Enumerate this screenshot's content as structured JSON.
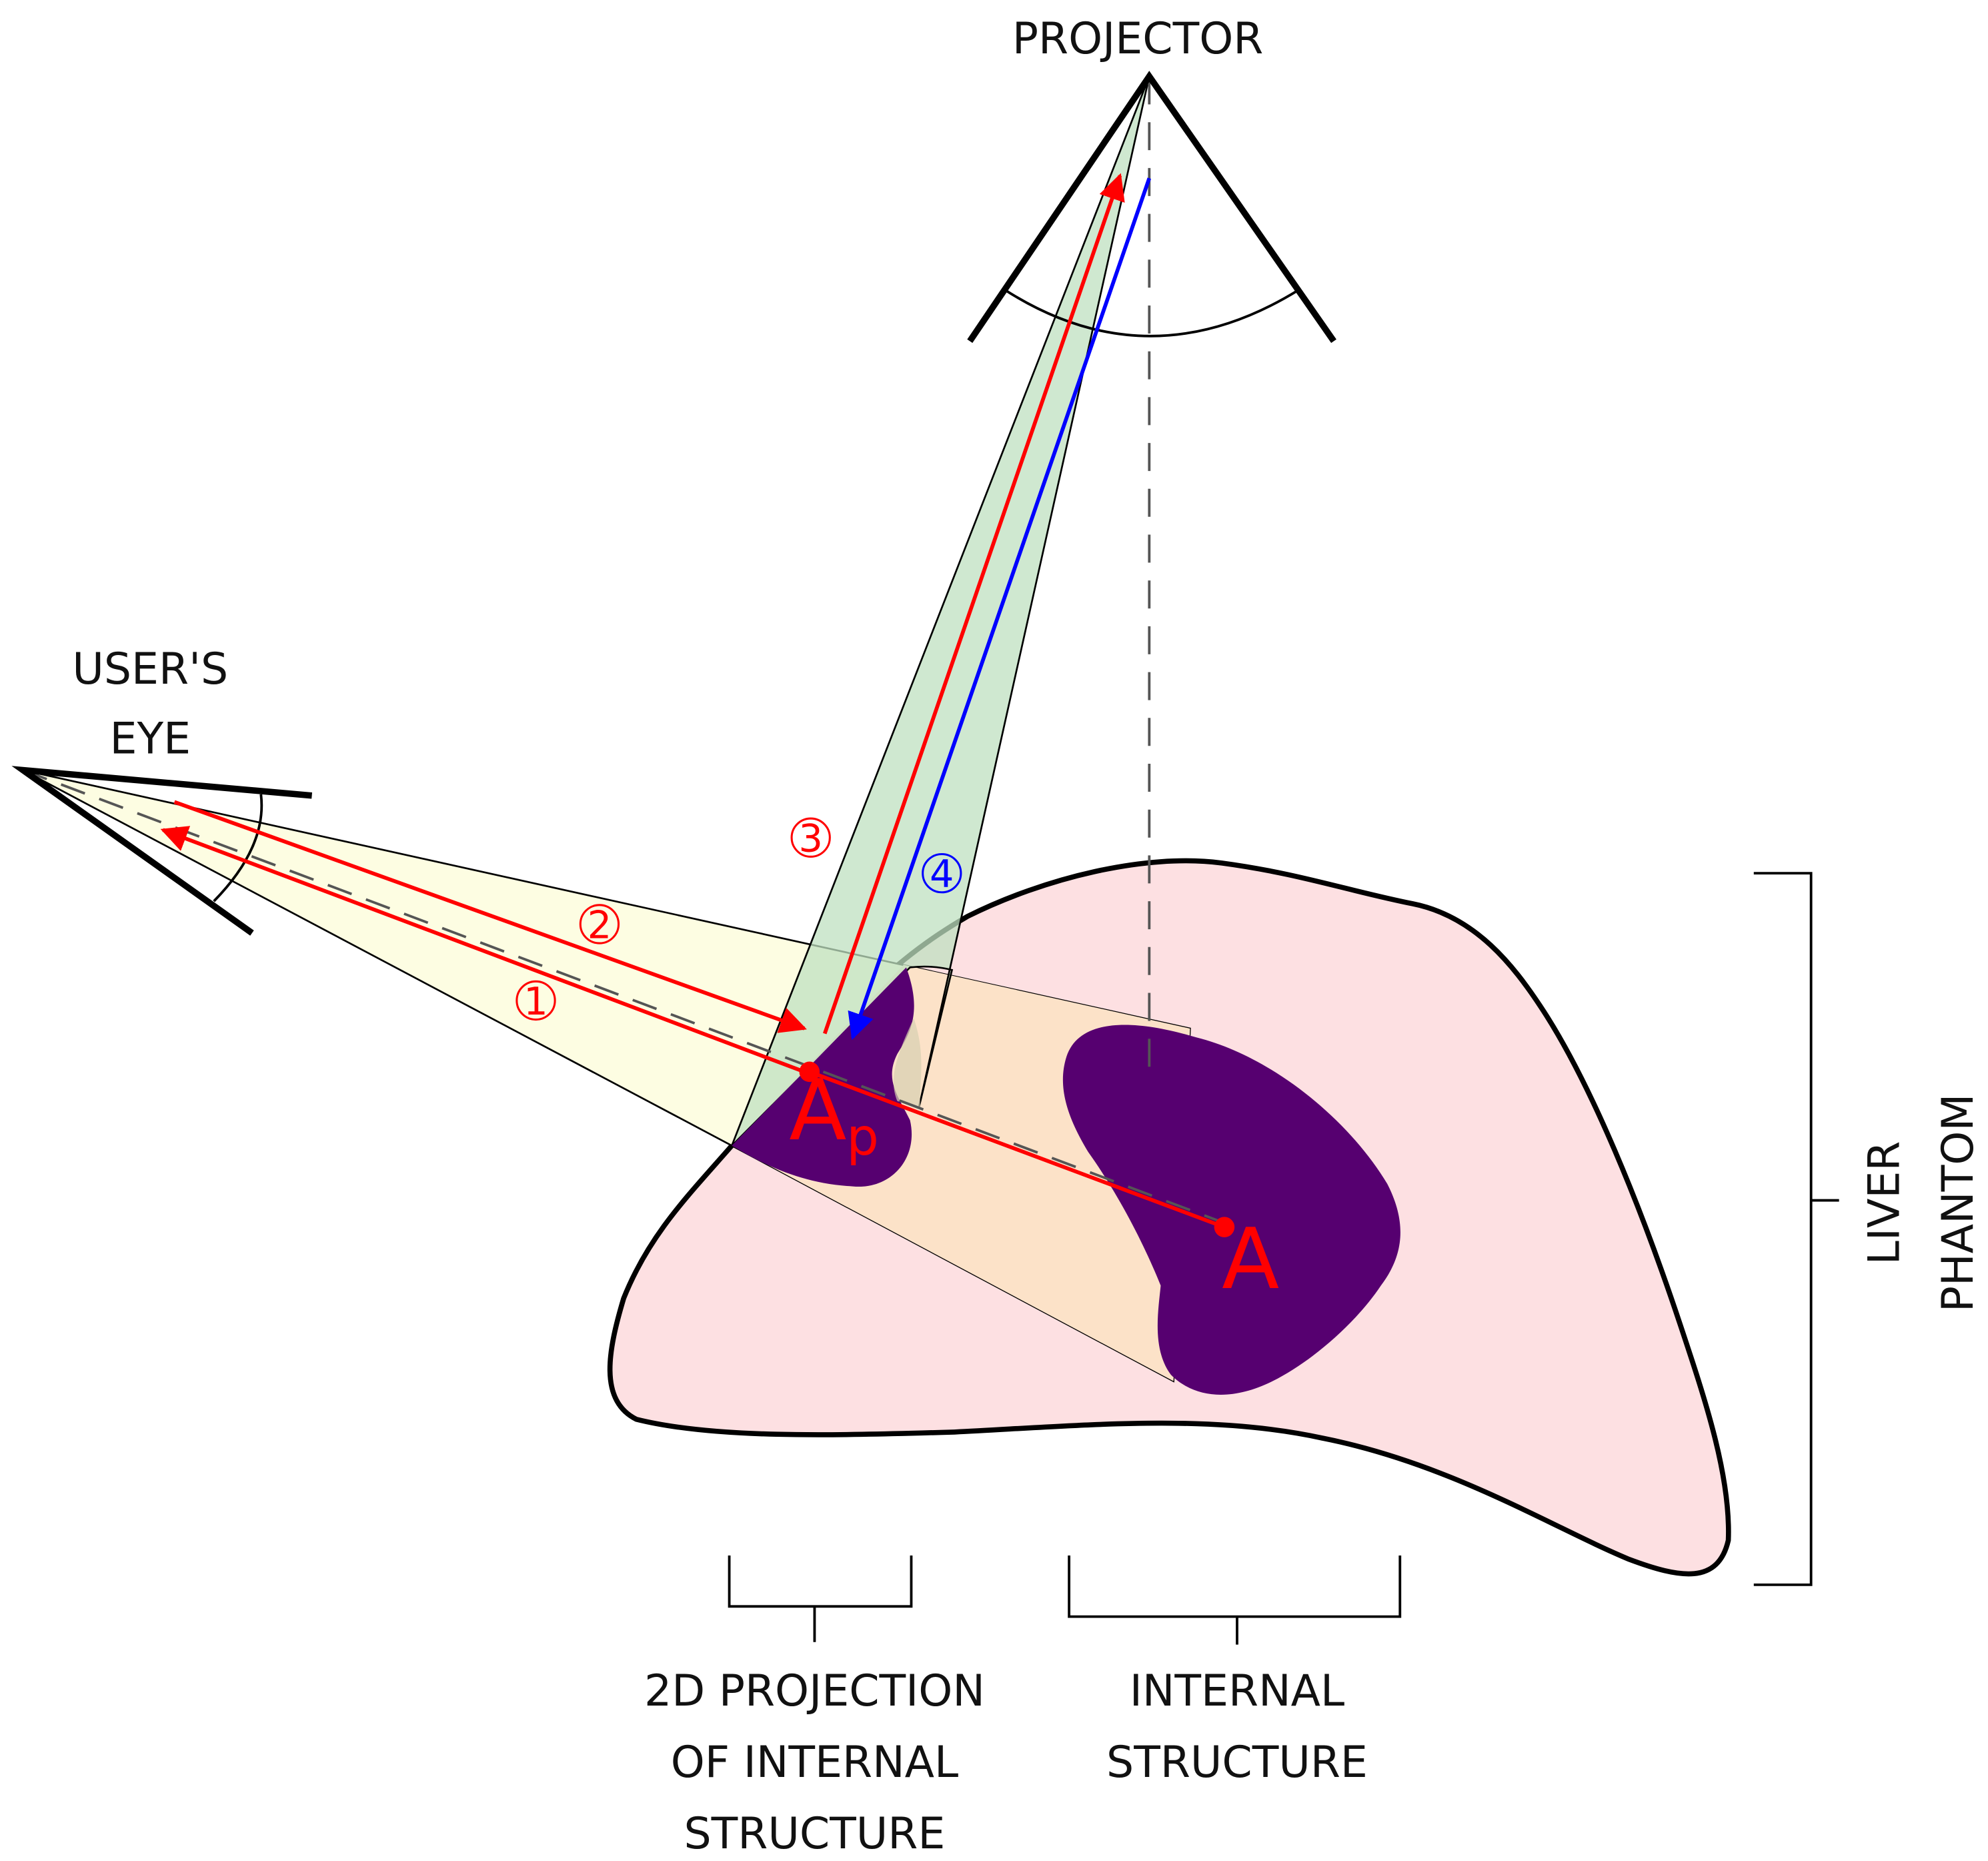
{
  "labels": {
    "projector": "PROJECTOR",
    "users_eye_line1": "USER'S",
    "users_eye_line2": "EYE",
    "liver_phantom_line1": "LIVER",
    "liver_phantom_line2": "PHANTOM",
    "projection_line1": "2D PROJECTION",
    "projection_line2": "OF INTERNAL",
    "projection_line3": "STRUCTURE",
    "internal_line1": "INTERNAL",
    "internal_line2": "STRUCTURE"
  },
  "steps": [
    "1",
    "2",
    "3",
    "4"
  ],
  "points": {
    "ap_main": "A",
    "ap_sub": "p",
    "a": "A"
  },
  "colors": {
    "liver_fill": "#fde0e2",
    "structure_fill": "#560070",
    "eye_cone_fill": "#fdfde2",
    "projector_cone_fill": "#cfe8cf",
    "overlap_fill": "#fce2c8",
    "arrow_red": "#ff0000",
    "arrow_blue": "#0000ff",
    "outline": "#000000"
  }
}
